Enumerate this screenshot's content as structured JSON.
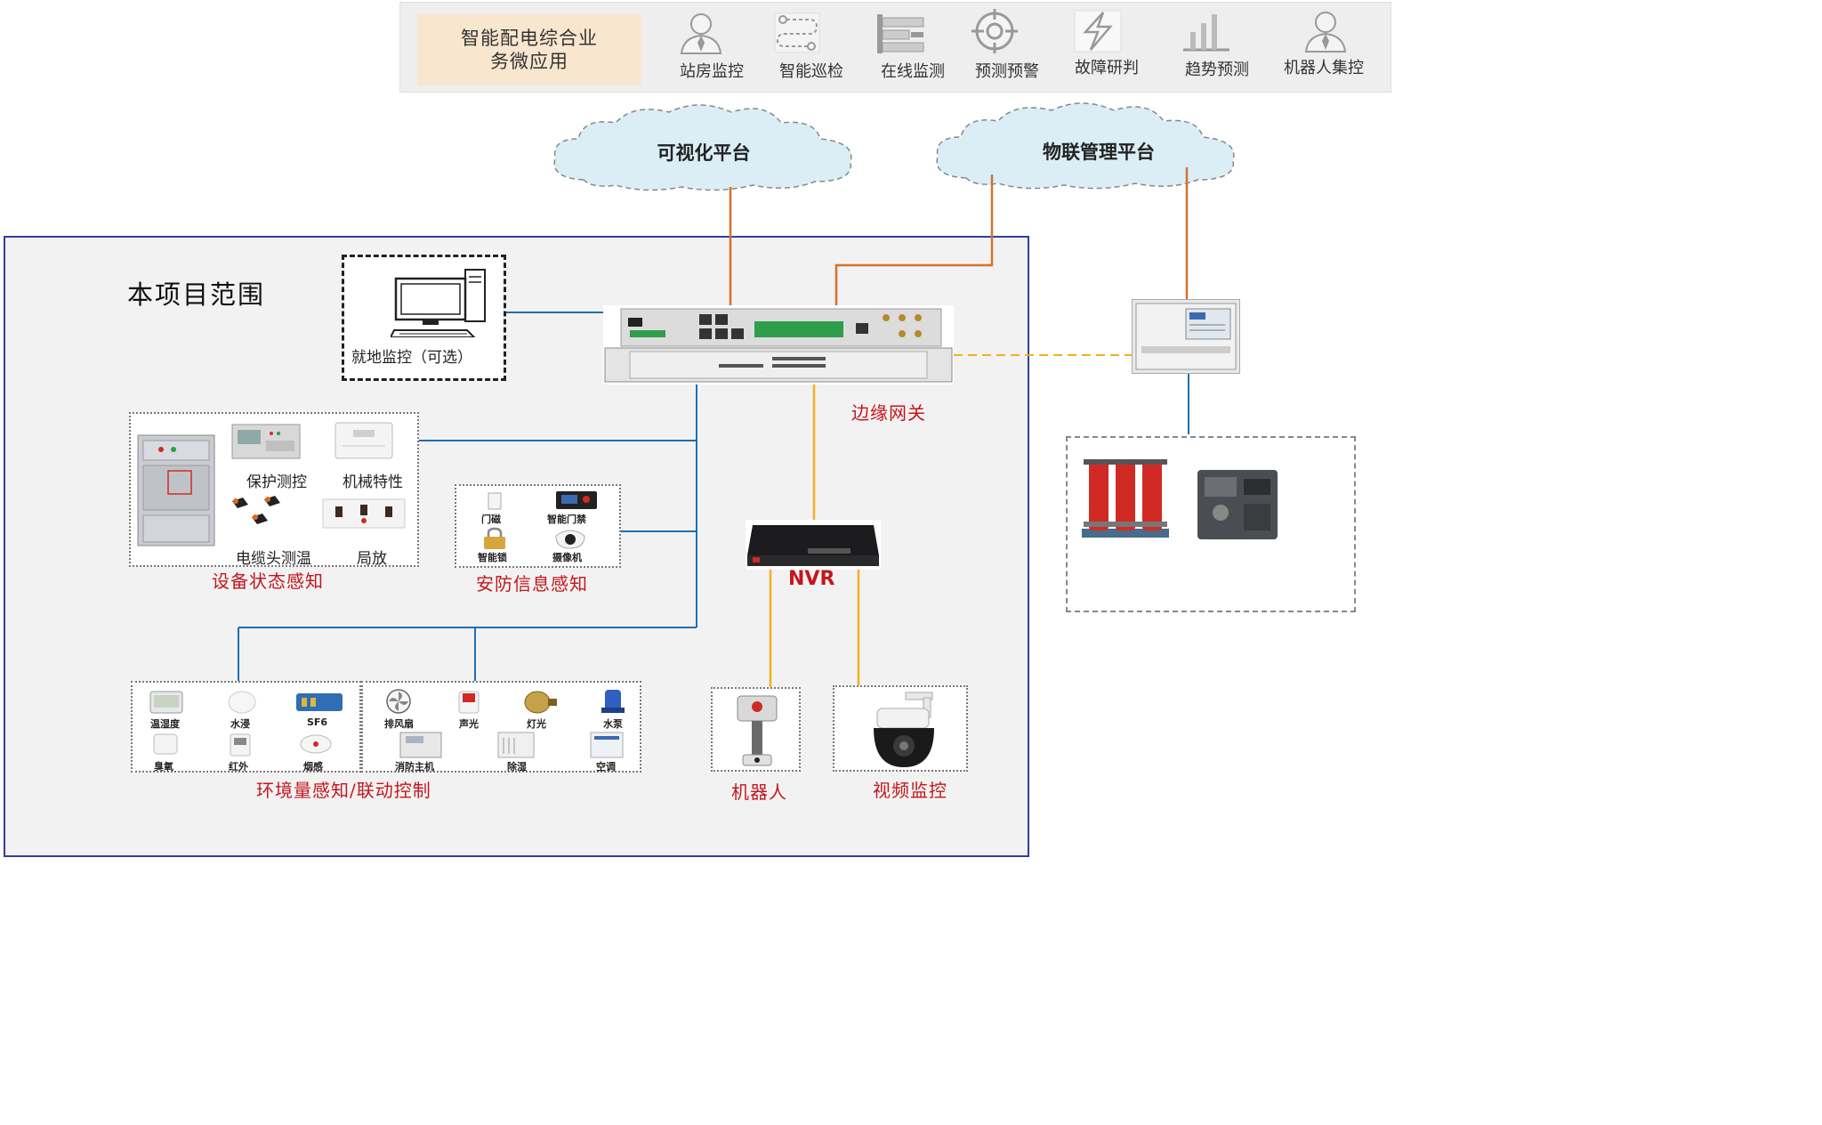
{
  "top_panel": {
    "title": "智能配电综合业\n务微应用",
    "apps": [
      {
        "label": "站房监控",
        "icon": "user-tie-icon"
      },
      {
        "label": "智能巡检",
        "icon": "route-path-icon"
      },
      {
        "label": "在线监测",
        "icon": "tool-bars-icon"
      },
      {
        "label": "预测预警",
        "icon": "target-icon"
      },
      {
        "label": "故障研判",
        "icon": "lightning-icon"
      },
      {
        "label": "趋势预测",
        "icon": "bar-chart-icon"
      },
      {
        "label": "机器人集控",
        "icon": "user-tie-icon"
      }
    ]
  },
  "clouds": {
    "visual_platform": "可视化平台",
    "iot_platform": "物联管理平台"
  },
  "scope": {
    "title": "本项目范围"
  },
  "local_monitor": {
    "label": "就地监控（可选）"
  },
  "edge_gateway": {
    "label": "边缘网关"
  },
  "equipment_group": {
    "protection": "保护测控",
    "mechanical": "机械特性",
    "cable_temp": "电缆头测温",
    "partial_discharge": "局放",
    "caption": "设备状态感知"
  },
  "security_group": {
    "items": [
      "门磁",
      "智能门禁",
      "智能锁",
      "摄像机"
    ],
    "caption": "安防信息感知"
  },
  "environment_group": {
    "sensors": [
      "温湿度",
      "水浸",
      "SF6",
      "臭氧",
      "红外",
      "烟感"
    ],
    "controls": [
      "排风扇",
      "声光",
      "灯光",
      "水泵",
      "消防主机",
      "除湿",
      "空调"
    ],
    "caption": "环境量感知/联动控制"
  },
  "nvr": {
    "label": "NVR"
  },
  "robot": {
    "label": "机器人"
  },
  "video": {
    "label": "视频监控"
  },
  "colors": {
    "scope_border": "#2e3f9e",
    "blue_line": "#1f6fb2",
    "orange_line": "#d2732b",
    "yellow_line": "#f2b01e",
    "red_caption": "#c4161c",
    "cloud_fill": "#dbeef6"
  }
}
